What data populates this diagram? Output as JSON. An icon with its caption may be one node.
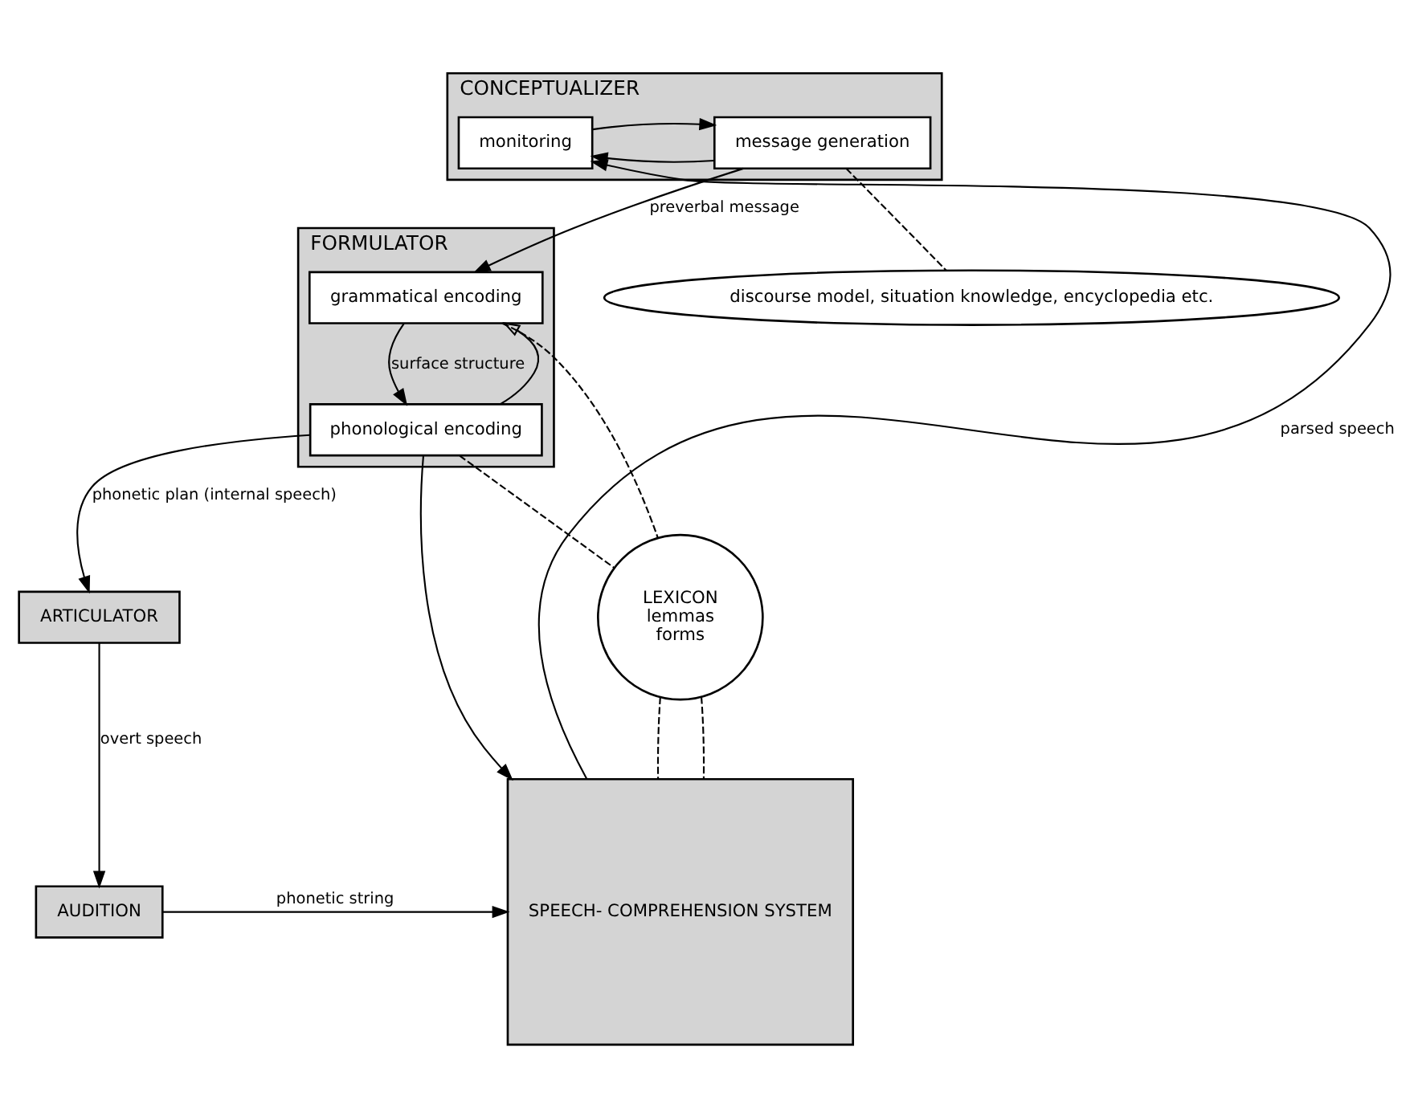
{
  "diagram": {
    "nodes": [
      {
        "text": [
          "CONCEPTUALIZER"
        ]
      },
      {
        "text": [
          "message generation"
        ],
        "in": 0
      },
      {
        "text": [
          "monitoring"
        ],
        "in": 0
      },
      {
        "text": [
          "discourse model, situation knowledge, encyclopedia etc."
        ]
      },
      {
        "text": [
          "FORMULATOR"
        ]
      },
      {
        "text": [
          "grammatical encoding"
        ],
        "in": 4
      },
      {
        "text": [
          "phonological encoding"
        ],
        "in": 4
      },
      {
        "text": [
          "LEXICON",
          "lemmas",
          "forms"
        ]
      },
      {
        "text": [
          "SPEECH- COMPREHENSION SYSTEM"
        ]
      },
      {
        "text": [
          "ARTICULATOR"
        ]
      },
      {
        "text": [
          "AUDITION"
        ]
      }
    ],
    "edges": [
      {
        "from": 1,
        "to": 5,
        "arrow": "to",
        "label": "preverbal message"
      },
      {
        "from": 1,
        "to": 2,
        "arrow": "to"
      },
      {
        "from": 2,
        "to": 1,
        "arrow": "to"
      },
      {
        "from": 1,
        "to": 3,
        "arrow": "none",
        "style": "dashed"
      },
      {
        "from": 8,
        "to": 2,
        "arrow": "to",
        "label": "parsed speech"
      },
      {
        "from": 5,
        "to": 6,
        "arrow": "to",
        "label": "surface structure"
      },
      {
        "from": 6,
        "to": 5,
        "arrow": "to"
      },
      {
        "from": 5,
        "to": 7,
        "arrow": "none",
        "style": "dashed"
      },
      {
        "from": 6,
        "to": 7,
        "arrow": "none",
        "style": "dashed"
      },
      {
        "from": 7,
        "to": 8,
        "arrow": "none",
        "style": "dashed"
      },
      {
        "from": 7,
        "to": 8,
        "arrow": "none",
        "style": "dashed"
      },
      {
        "from": 6,
        "to": 9,
        "arrow": "to",
        "label": "phonetic plan (internal speech)"
      },
      {
        "from": 6,
        "to": 8,
        "arrow": "to"
      },
      {
        "from": 9,
        "to": 10,
        "arrow": "to",
        "label": "overt speech"
      },
      {
        "from": 10,
        "to": 8,
        "arrow": "to",
        "label": "phonetic string"
      }
    ]
  }
}
